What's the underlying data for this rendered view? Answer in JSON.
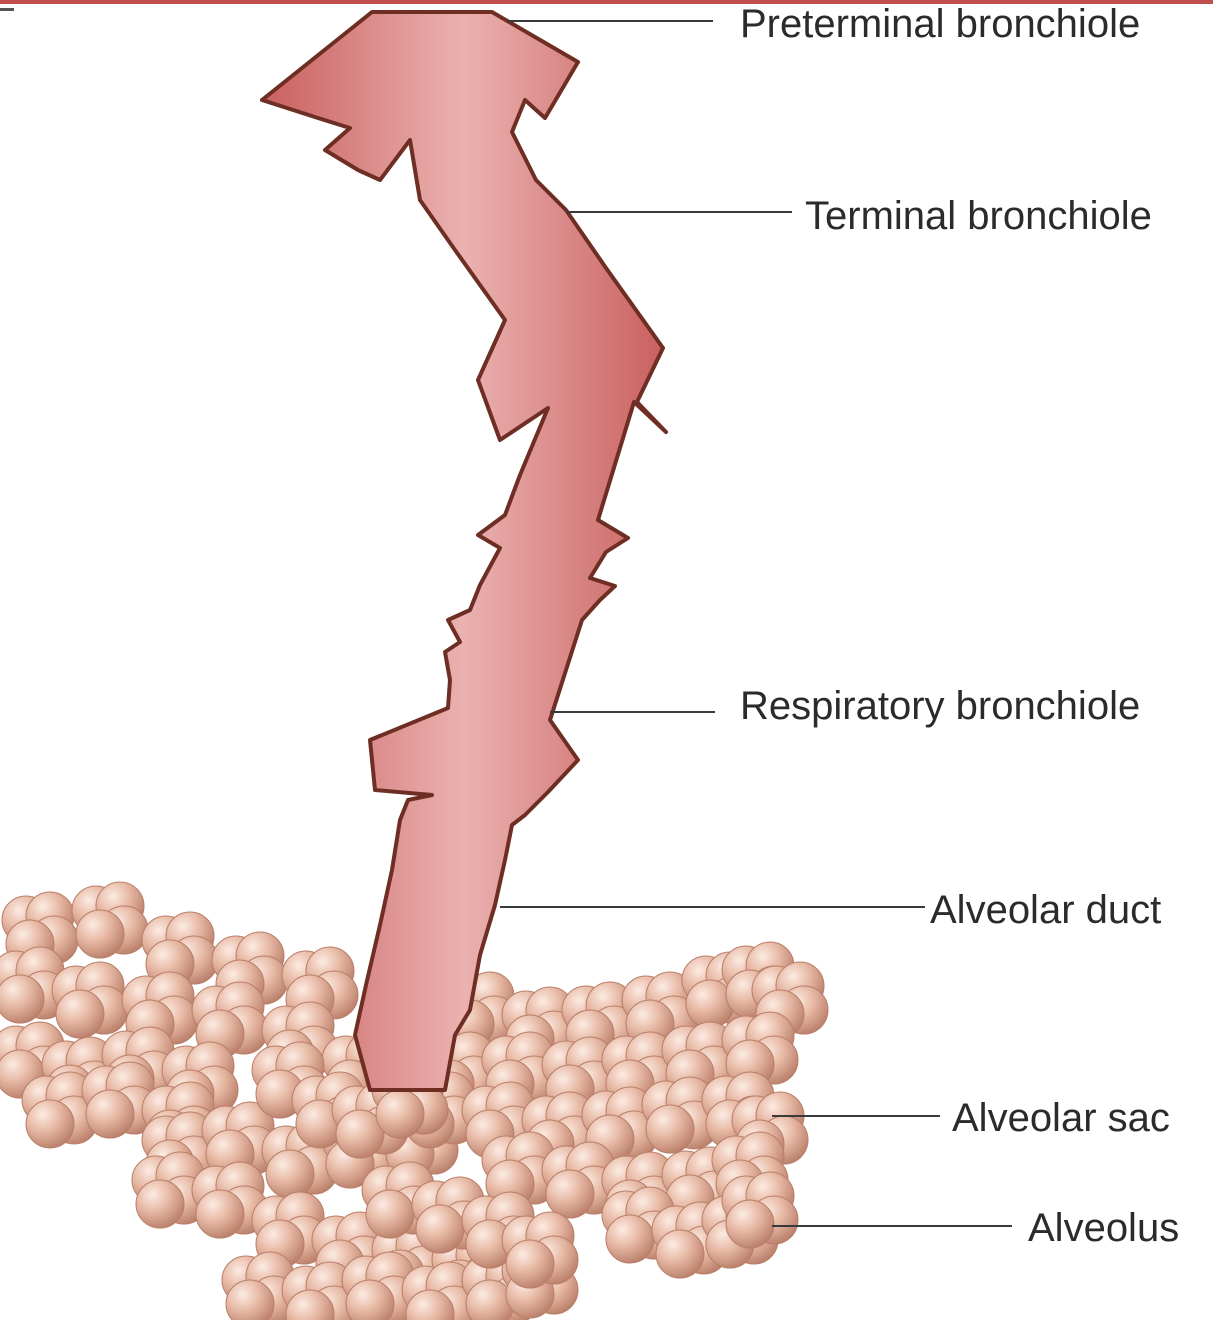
{
  "colors": {
    "frame_accent": "#c0504d",
    "airway_fill": "#d67f7f",
    "airway_highlight": "#f6dcdc",
    "airway_outline": "#6e2e24",
    "alveolus_fill": "#e3b29d",
    "alveolus_highlight": "#fbe7df",
    "alveolus_shadow": "#b97e69",
    "leader_line": "#3a3a3a",
    "label_text": "#2b2b2b"
  },
  "labels": {
    "preterminal": "Preterminal bronchiole",
    "terminal": "Terminal bronchiole",
    "respiratory": "Respiratory bronchiole",
    "duct": "Alveolar duct",
    "sac": "Alveolar sac",
    "alveolus": "Alveolus"
  }
}
